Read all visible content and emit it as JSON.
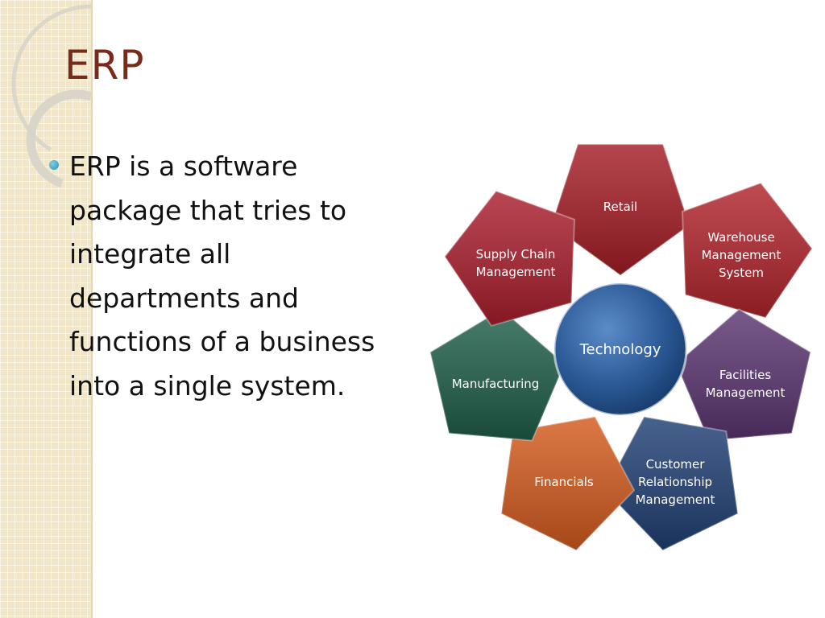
{
  "slide": {
    "title": "ERP",
    "bullet": "ERP is a software package that tries to integrate all departments and functions of a business into a single system."
  },
  "diagram": {
    "center": {
      "label": "Technology",
      "color": "#2c5a97"
    },
    "segments": [
      {
        "label_lines": [
          "Retail"
        ],
        "color": "#a41c25"
      },
      {
        "label_lines": [
          "Warehouse",
          "Management",
          "System"
        ],
        "color": "#b0232b"
      },
      {
        "label_lines": [
          "Facilities",
          "Management"
        ],
        "color": "#5a3470"
      },
      {
        "label_lines": [
          "Customer",
          "Relationship",
          "Management"
        ],
        "color": "#1f3f74"
      },
      {
        "label_lines": [
          "Financials"
        ],
        "color": "#d35a1d"
      },
      {
        "label_lines": [
          "Manufacturing"
        ],
        "color": "#1f5e48"
      },
      {
        "label_lines": [
          "Supply Chain",
          "Management"
        ],
        "color": "#a91d2c"
      }
    ]
  },
  "theme": {
    "title_color": "#7a2a1a",
    "bullet_color": "#2c8fb4",
    "strip_color": "#f1e6c8"
  }
}
